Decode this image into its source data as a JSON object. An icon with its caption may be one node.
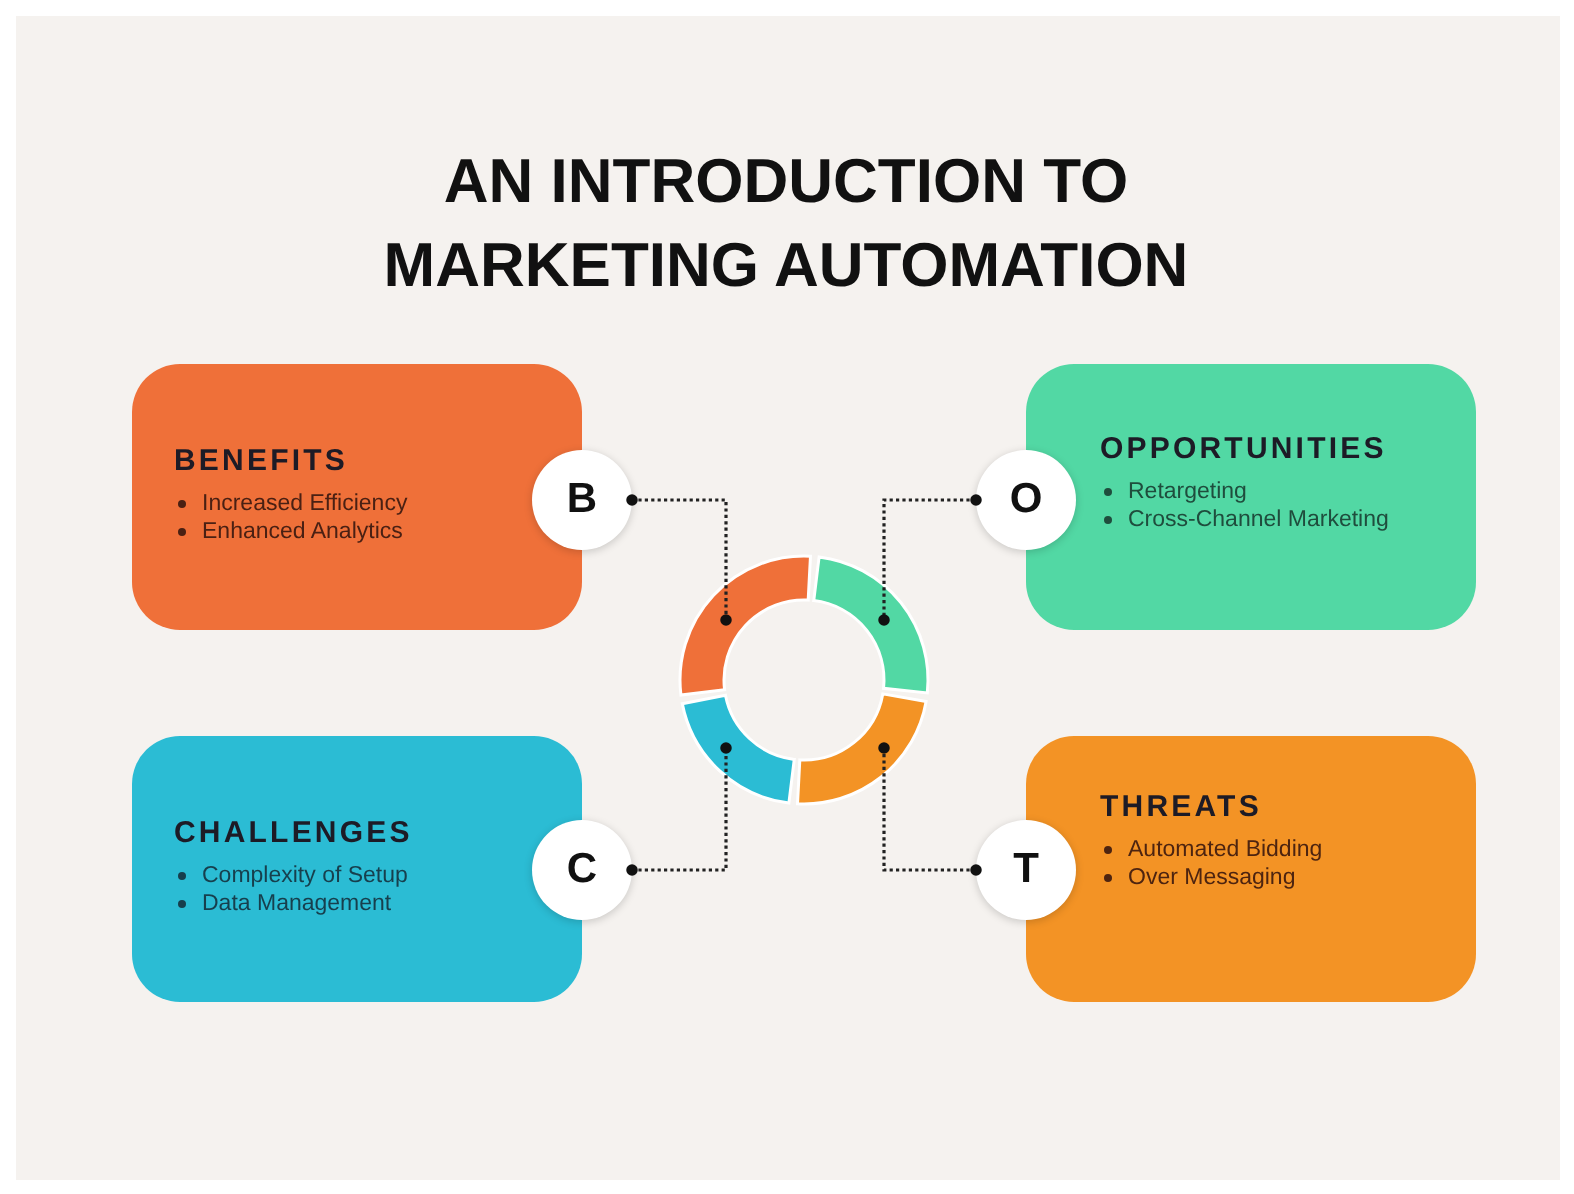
{
  "diagram": {
    "title": "AN INTRODUCTION TO MARKETING AUTOMATION",
    "nodes": [
      {
        "text": [
          "BENEFITS",
          "Increased Efficiency",
          "Enhanced Analytics"
        ]
      },
      {
        "text": [
          "B"
        ]
      },
      {
        "text": [
          "OPPORTUNITIES",
          "Retargeting",
          "Cross-Channel Marketing"
        ]
      },
      {
        "text": [
          "O"
        ]
      },
      {
        "text": [],
        "shape": "arc"
      },
      {
        "text": [],
        "shape": "arc"
      },
      {
        "text": [],
        "shape": "arc"
      },
      {
        "text": [],
        "shape": "arc"
      },
      {
        "text": [
          "CHALLENGES",
          "Complexity of Setup",
          "Data Management"
        ]
      },
      {
        "text": [
          "C"
        ]
      },
      {
        "text": [
          "THREATS",
          "Automated Bidding",
          "Over Messaging"
        ]
      },
      {
        "text": [
          "T"
        ]
      }
    ],
    "edges": [
      {
        "from": 1,
        "to": 4,
        "arrow": "other",
        "style": "dashed"
      },
      {
        "from": 3,
        "to": 5,
        "arrow": "other",
        "style": "dashed"
      },
      {
        "from": 9,
        "to": 6,
        "arrow": "other",
        "style": "dashed"
      },
      {
        "from": 11,
        "to": 7,
        "arrow": "other",
        "style": "dashed"
      }
    ]
  }
}
